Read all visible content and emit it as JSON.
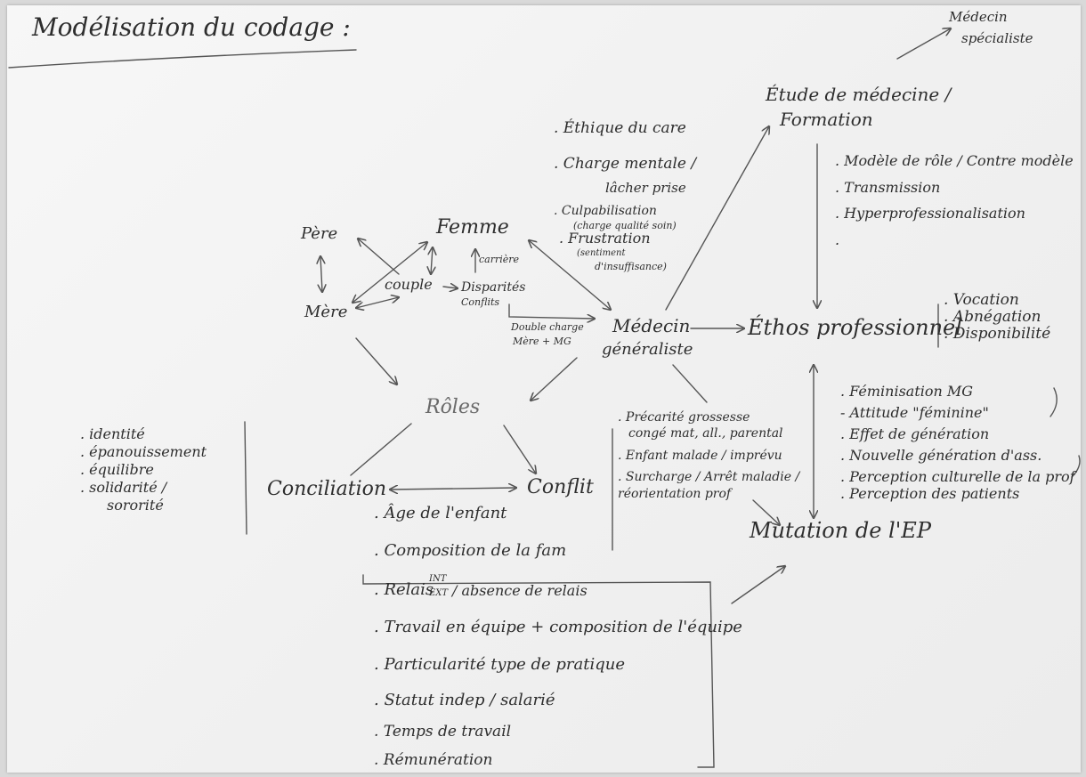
{
  "title": "Modélisation du codage :",
  "nodes": {
    "pere": "Père",
    "mere": "Mère",
    "femme": "Femme",
    "couple": "couple",
    "carriere": "carrière",
    "disparites": "Disparités",
    "conflits": "Conflits",
    "double_charge_1": "Double charge",
    "double_charge_2": "Mère + MG",
    "medecin_generaliste_1": "Médecin",
    "medecin_generaliste_2": "généraliste",
    "roles": "Rôles",
    "conciliation": "Conciliation",
    "conflit": "Conflit",
    "ethos": "Éthos professionnel",
    "mutation": "Mutation de l'EP",
    "etude_1": "Étude de médecine /",
    "etude_2": "Formation",
    "medecin_specialiste_1": "Médecin",
    "medecin_specialiste_2": "spécialiste"
  },
  "care": {
    "ethique": ". Éthique du care",
    "charge_1": ". Charge mentale /",
    "charge_2": "lâcher prise",
    "culpa_1": ". Culpabilisation",
    "culpa_2": "(charge qualité soin)",
    "frustration_1": ". Frustration",
    "frustration_2": "(sentiment",
    "frustration_3": "d'insuffisance)"
  },
  "formation_list": [
    ". Modèle de rôle / Contre modèle",
    ". Transmission",
    ". Hyperprofessionalisation",
    "."
  ],
  "ethos_list": [
    ". Vocation",
    ". Abnégation",
    ". Disponibilité"
  ],
  "mutation_list": [
    ". Féminisation MG",
    "- Attitude \"féminine\"",
    ". Effet de génération",
    ". Nouvelle génération d'ass.",
    ". Perception culturelle de la prof",
    ". Perception des patients"
  ],
  "conciliation_list": [
    ". identité",
    ". épanouissement",
    ". équilibre",
    ". solidarité /",
    "sororité"
  ],
  "conflit_list": [
    ". Précarité grossesse",
    "congé mat, all., parental",
    ". Enfant malade / imprévu",
    ". Surcharge / Arrêt maladie /",
    "réorientation prof"
  ],
  "factors": {
    "age": ". Âge de l'enfant",
    "composition": ". Composition de la fam",
    "relais_a": ". Relais",
    "relais_int": "INT",
    "relais_ext": "EXT",
    "relais_b": "/ absence de relais",
    "travail": ". Travail en équipe + composition de l'équipe",
    "particularite": ". Particularité type de pratique",
    "statut": ". Statut indep / salarié",
    "temps": ". Temps de travail",
    "remuneration": ". Rémunération"
  }
}
